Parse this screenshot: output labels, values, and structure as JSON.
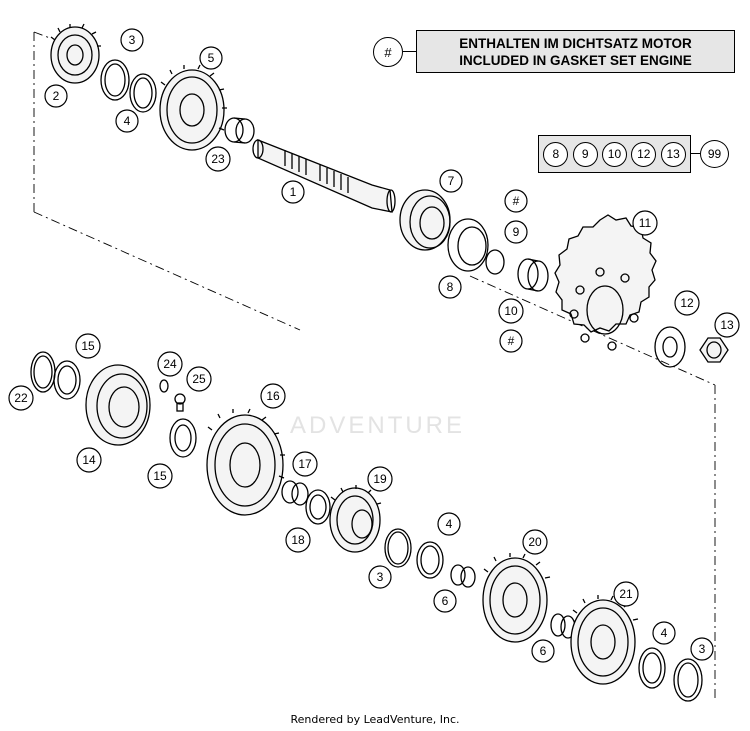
{
  "note": {
    "symbol": "#",
    "line1": "ENTHALTEN IM DICHTSATZ MOTOR",
    "line2": "INCLUDED IN GASKET SET ENGINE"
  },
  "kit": {
    "members": [
      "8",
      "9",
      "10",
      "12",
      "13"
    ],
    "total": "99"
  },
  "watermark": "ADVENTURE",
  "credit": "Rendered by LeadVenture, Inc.",
  "callouts": [
    {
      "id": "c2",
      "label": "2"
    },
    {
      "id": "c3a",
      "label": "3"
    },
    {
      "id": "c4a",
      "label": "4"
    },
    {
      "id": "c5",
      "label": "5"
    },
    {
      "id": "c23",
      "label": "23"
    },
    {
      "id": "c1",
      "label": "1"
    },
    {
      "id": "c7",
      "label": "7"
    },
    {
      "id": "c8",
      "label": "8"
    },
    {
      "id": "chash1",
      "label": "#"
    },
    {
      "id": "c9",
      "label": "9"
    },
    {
      "id": "c10",
      "label": "10"
    },
    {
      "id": "chash2",
      "label": "#"
    },
    {
      "id": "c11",
      "label": "11"
    },
    {
      "id": "c12",
      "label": "12"
    },
    {
      "id": "c13",
      "label": "13"
    },
    {
      "id": "c15a",
      "label": "15"
    },
    {
      "id": "c22",
      "label": "22"
    },
    {
      "id": "c24",
      "label": "24"
    },
    {
      "id": "c25",
      "label": "25"
    },
    {
      "id": "c14",
      "label": "14"
    },
    {
      "id": "c15b",
      "label": "15"
    },
    {
      "id": "c16",
      "label": "16"
    },
    {
      "id": "c17",
      "label": "17"
    },
    {
      "id": "c18",
      "label": "18"
    },
    {
      "id": "c19",
      "label": "19"
    },
    {
      "id": "c4b",
      "label": "4"
    },
    {
      "id": "c3b",
      "label": "3"
    },
    {
      "id": "c6a",
      "label": "6"
    },
    {
      "id": "c20",
      "label": "20"
    },
    {
      "id": "c6b",
      "label": "6"
    },
    {
      "id": "c21",
      "label": "21"
    },
    {
      "id": "c4c",
      "label": "4"
    },
    {
      "id": "c3c",
      "label": "3"
    }
  ]
}
